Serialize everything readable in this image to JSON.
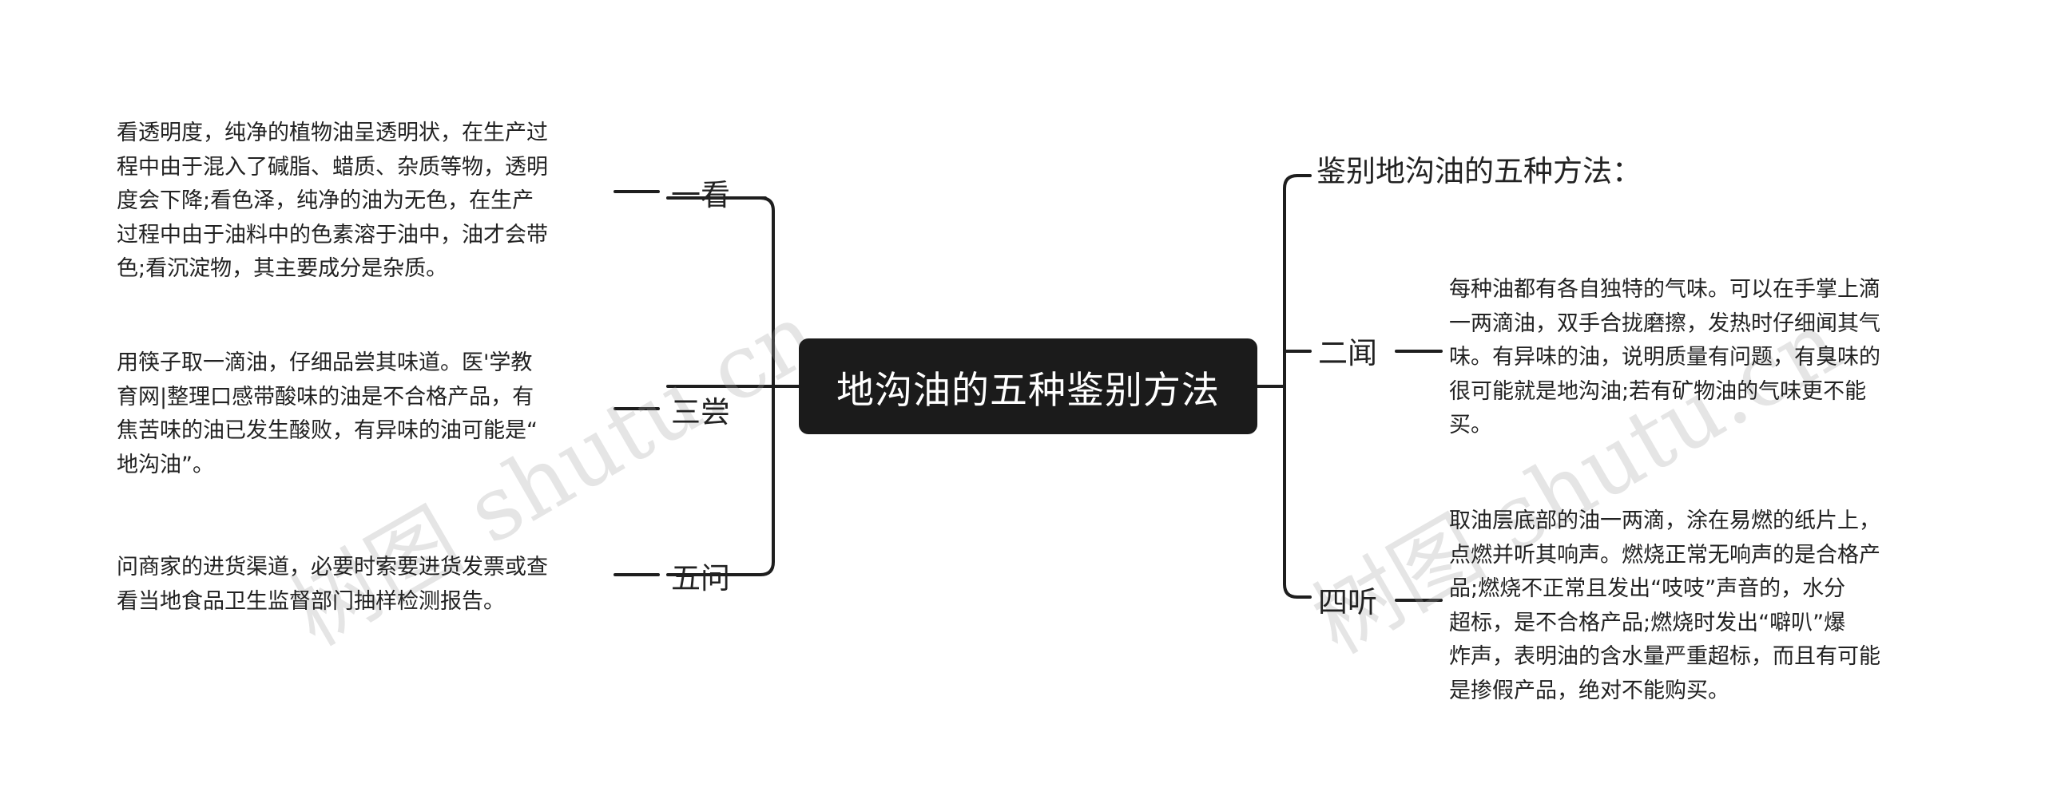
{
  "central": "地沟油的五种鉴别方法",
  "right_title": "鉴别地沟油的五种方法：",
  "branches": {
    "look": {
      "label": "一看",
      "lines": [
        "看透明度，纯净的植物油呈透明状，在生产过",
        "程中由于混入了碱脂、蜡质、杂质等物，透明",
        "度会下降;看色泽，纯净的油为无色，在生产",
        "过程中由于油料中的色素溶于油中，油才会带",
        "色;看沉淀物，其主要成分是杂质。"
      ]
    },
    "taste": {
      "label": "三尝",
      "lines": [
        "用筷子取一滴油，仔细品尝其味道。医'学教",
        "育网|整理口感带酸味的油是不合格产品，有",
        "焦苦味的油已发生酸败，有异味的油可能是“",
        "地沟油”。"
      ]
    },
    "ask": {
      "label": "五问",
      "lines": [
        "问商家的进货渠道，必要时索要进货发票或查",
        "看当地食品卫生监督部门抽样检测报告。"
      ]
    },
    "smell": {
      "label": "二闻",
      "lines": [
        "每种油都有各自独特的气味。可以在手掌上滴",
        "一两滴油，双手合拢磨擦，发热时仔细闻其气",
        "味。有异味的油，说明质量有问题，有臭味的",
        "很可能就是地沟油;若有矿物油的气味更不能",
        "买。"
      ]
    },
    "listen": {
      "label": "四听",
      "lines": [
        "取油层底部的油一两滴，涂在易燃的纸片上，",
        "点燃并听其响声。燃烧正常无响声的是合格产",
        "品;燃烧不正常且发出“吱吱”声音的，水分",
        "超标，是不合格产品;燃烧时发出“噼叭”爆",
        "炸声，表明油的含水量严重超标，而且有可能",
        "是掺假产品，绝对不能购买。"
      ]
    }
  },
  "watermark": "树图 shutu.cn"
}
